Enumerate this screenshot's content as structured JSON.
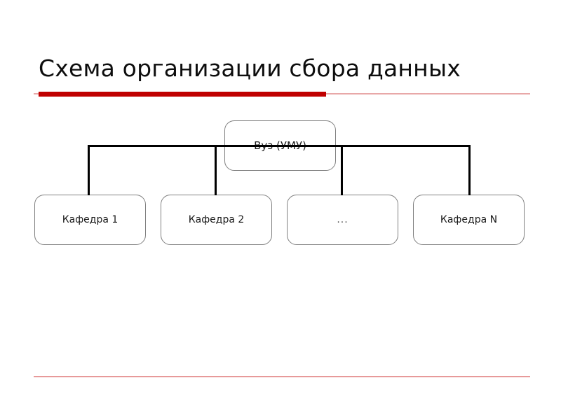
{
  "slide": {
    "title": "Схема организации сбора данных",
    "accent_color": "#c00000",
    "rule_color": "#e79a9a"
  },
  "diagram": {
    "type": "org-tree",
    "root": {
      "label": "Вуз (УМУ)"
    },
    "children": [
      {
        "label": "Кафедра 1"
      },
      {
        "label": "Кафедра 2"
      },
      {
        "label": "..."
      },
      {
        "label": "Кафедра N"
      }
    ]
  }
}
